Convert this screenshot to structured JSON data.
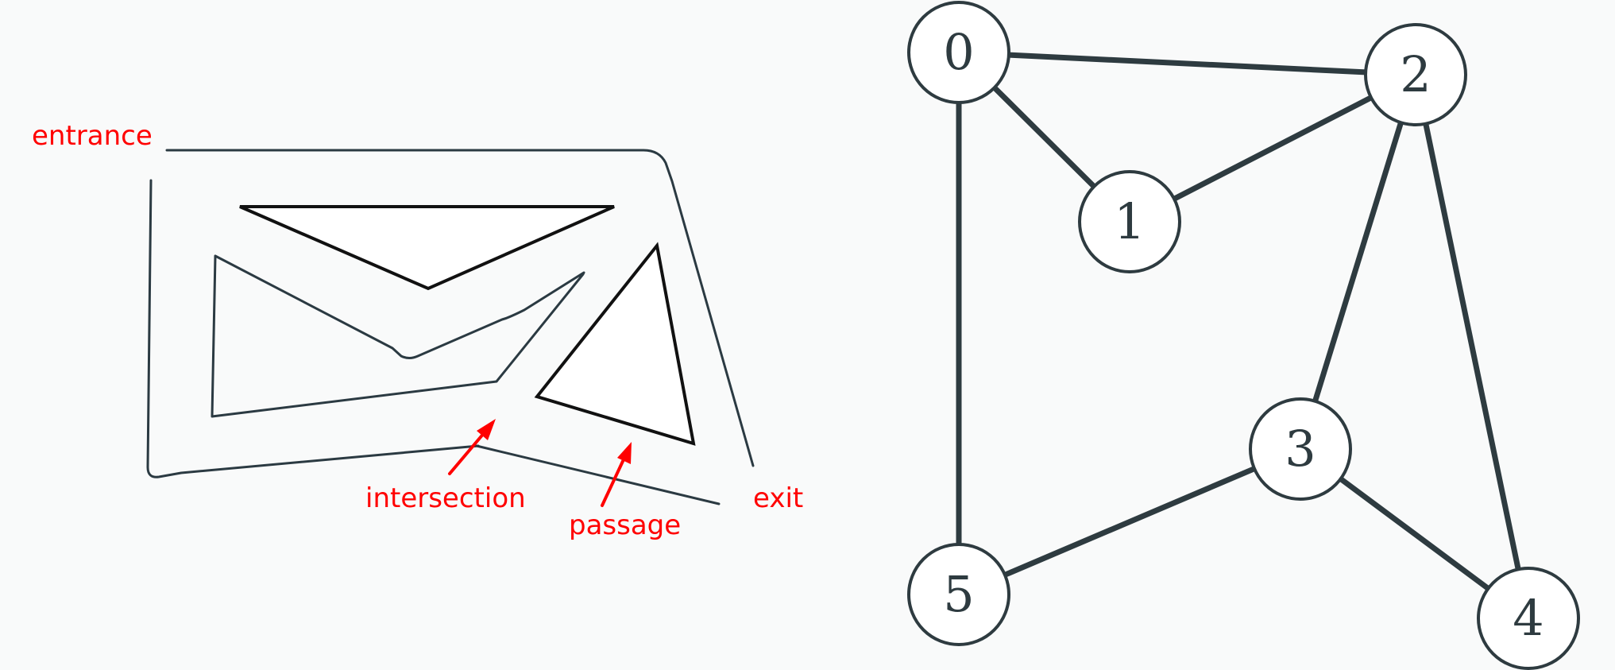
{
  "maze": {
    "labels": {
      "entrance": "entrance",
      "exit": "exit",
      "intersection": "intersection",
      "passage": "passage"
    },
    "annotation_color": "#ff0000"
  },
  "graph": {
    "nodes": [
      {
        "id": "0",
        "label": "0"
      },
      {
        "id": "1",
        "label": "1"
      },
      {
        "id": "2",
        "label": "2"
      },
      {
        "id": "3",
        "label": "3"
      },
      {
        "id": "4",
        "label": "4"
      },
      {
        "id": "5",
        "label": "5"
      }
    ],
    "edges": [
      [
        "0",
        "2"
      ],
      [
        "0",
        "1"
      ],
      [
        "0",
        "5"
      ],
      [
        "1",
        "2"
      ],
      [
        "2",
        "3"
      ],
      [
        "2",
        "4"
      ],
      [
        "3",
        "5"
      ],
      [
        "3",
        "4"
      ]
    ],
    "edge_color": "#2e3b40"
  }
}
